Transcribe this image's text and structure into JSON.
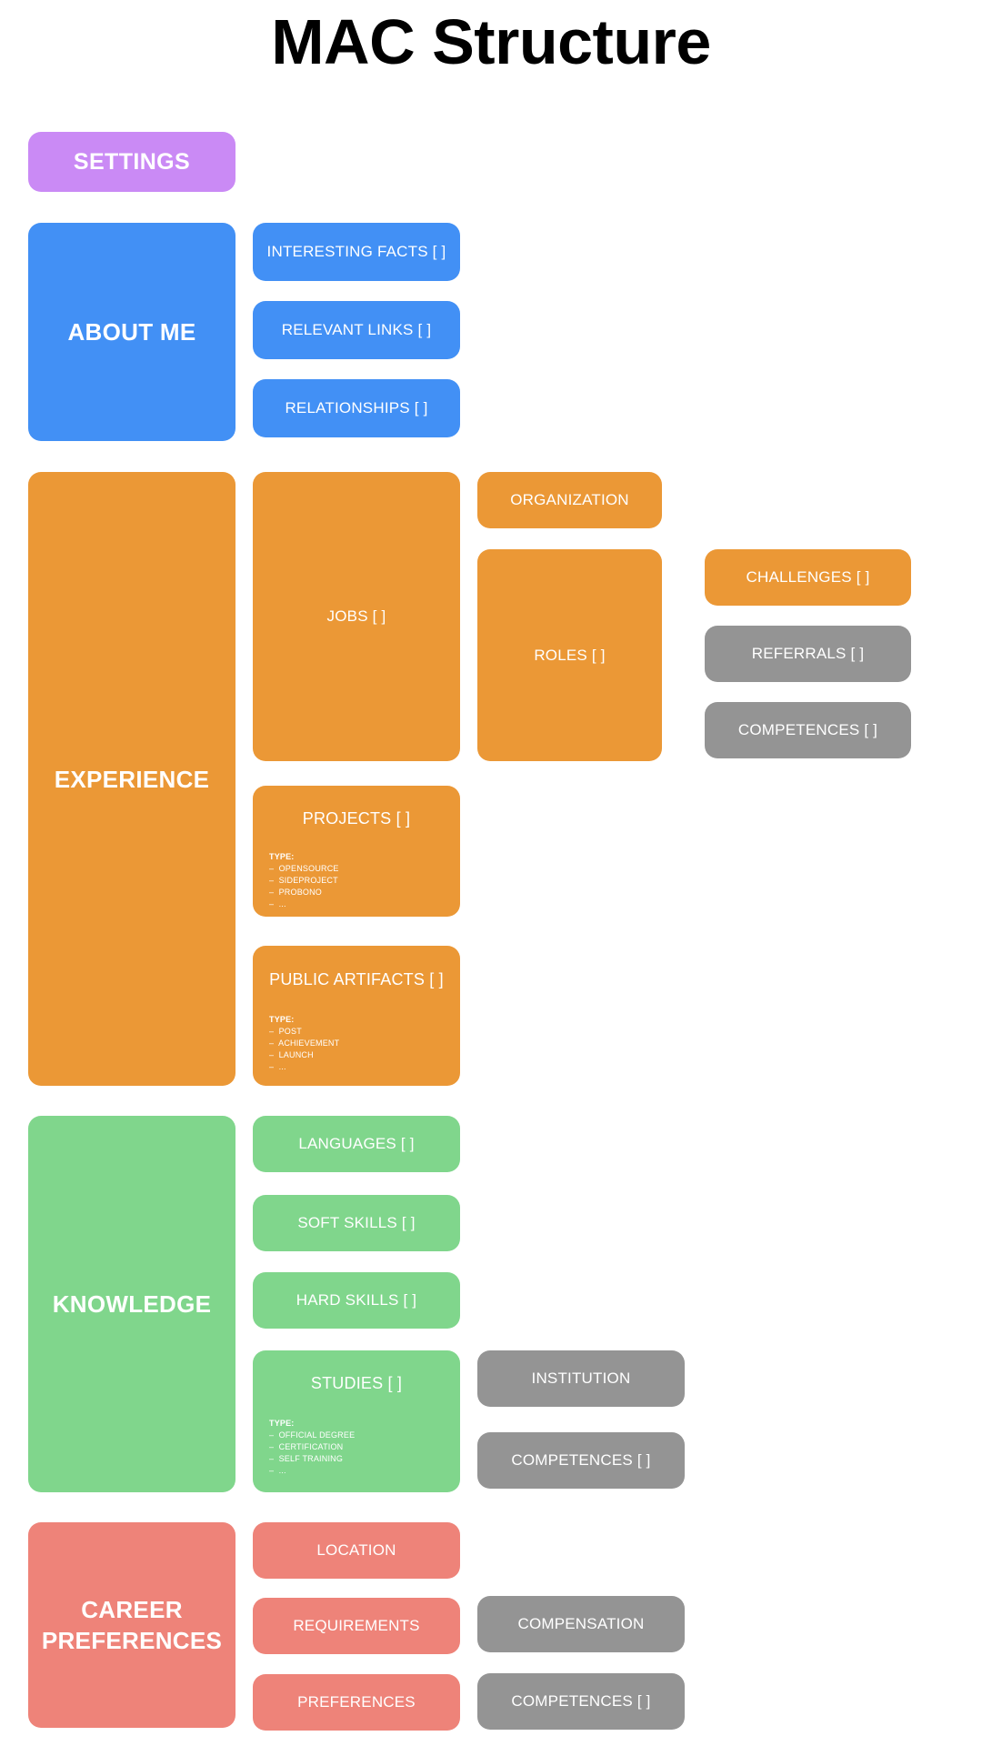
{
  "title": "MAC Structure",
  "colors": {
    "purple": "#ca8af5",
    "blue": "#4290f5",
    "orange": "#eb9836",
    "green": "#80d68c",
    "salmon": "#ee8379",
    "gray": "#949494",
    "background": "#ffffff",
    "title_text": "#000000",
    "node_text": "#ffffff"
  },
  "settings": {
    "label": "SETTINGS"
  },
  "about_me": {
    "label": "ABOUT ME",
    "children": [
      {
        "label": "INTERESTING FACTS [ ]"
      },
      {
        "label": "RELEVANT LINKS [ ]"
      },
      {
        "label": "RELATIONSHIPS [ ]"
      }
    ]
  },
  "experience": {
    "label": "EXPERIENCE",
    "jobs": {
      "label": "JOBS [ ]"
    },
    "organization": {
      "label": "ORGANIZATION"
    },
    "roles": {
      "label": "ROLES [ ]"
    },
    "challenges": {
      "label": "CHALLENGES [ ]"
    },
    "referrals": {
      "label": "REFERRALS [ ]"
    },
    "competences": {
      "label": "COMPETENCES [ ]"
    },
    "projects": {
      "label": "PROJECTS [ ]",
      "type_label": "TYPE:",
      "types": [
        "–  OPENSOURCE",
        "–  SIDEPROJECT",
        "–  PROBONO",
        "–  ..."
      ]
    },
    "public_artifacts": {
      "label": "PUBLIC ARTIFACTS [ ]",
      "type_label": "TYPE:",
      "types": [
        "–  POST",
        "–  ACHIEVEMENT",
        "–  LAUNCH",
        "–  ..."
      ]
    }
  },
  "knowledge": {
    "label": "KNOWLEDGE",
    "languages": {
      "label": "LANGUAGES [ ]"
    },
    "soft_skills": {
      "label": "SOFT SKILLS [ ]"
    },
    "hard_skills": {
      "label": "HARD SKILLS [ ]"
    },
    "studies": {
      "label": "STUDIES [ ]",
      "type_label": "TYPE:",
      "types": [
        "–  OFFICIAL DEGREE",
        "–  CERTIFICATION",
        "–  SELF TRAINING",
        "–  ..."
      ]
    },
    "institution": {
      "label": "INSTITUTION"
    },
    "competences": {
      "label": "COMPETENCES [ ]"
    }
  },
  "career_preferences": {
    "label": "CAREER\nPREFERENCES",
    "location": {
      "label": "LOCATION"
    },
    "requirements": {
      "label": "REQUIREMENTS"
    },
    "preferences": {
      "label": "PREFERENCES"
    },
    "compensation": {
      "label": "COMPENSATION"
    },
    "competences": {
      "label": "COMPETENCES [ ]"
    }
  }
}
